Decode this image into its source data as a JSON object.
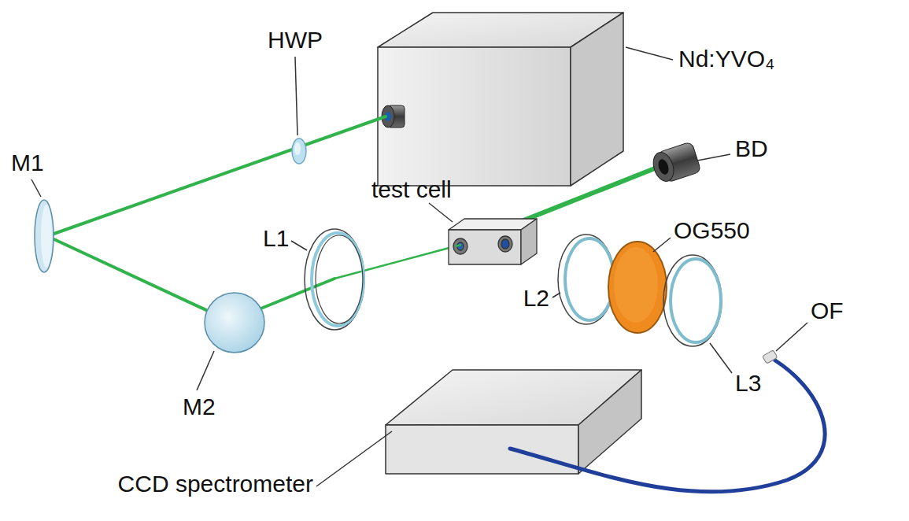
{
  "diagram": {
    "labels": [
      "HWP",
      "Nd:YVO₄",
      "M1",
      "BD",
      "test cell",
      "L1",
      "OG550",
      "L2",
      "OF",
      "M2",
      "L3",
      "CCD spectrometer"
    ]
  }
}
